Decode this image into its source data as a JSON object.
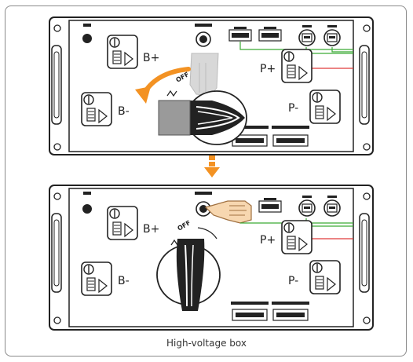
{
  "caption": "High-voltage box",
  "labels": {
    "b_plus": "B+",
    "b_minus": "B-",
    "p_plus": "P+",
    "p_minus": "P-",
    "off": "OFF"
  },
  "colors": {
    "arrow_orange": "#F39223",
    "wire_green": "#3BAA35",
    "wire_red": "#E03A3A",
    "outline": "#222222"
  },
  "icons": [
    "rotate-arrow-icon",
    "down-arrow-icon",
    "pointing-hand-icon",
    "ground-symbol-icon"
  ]
}
